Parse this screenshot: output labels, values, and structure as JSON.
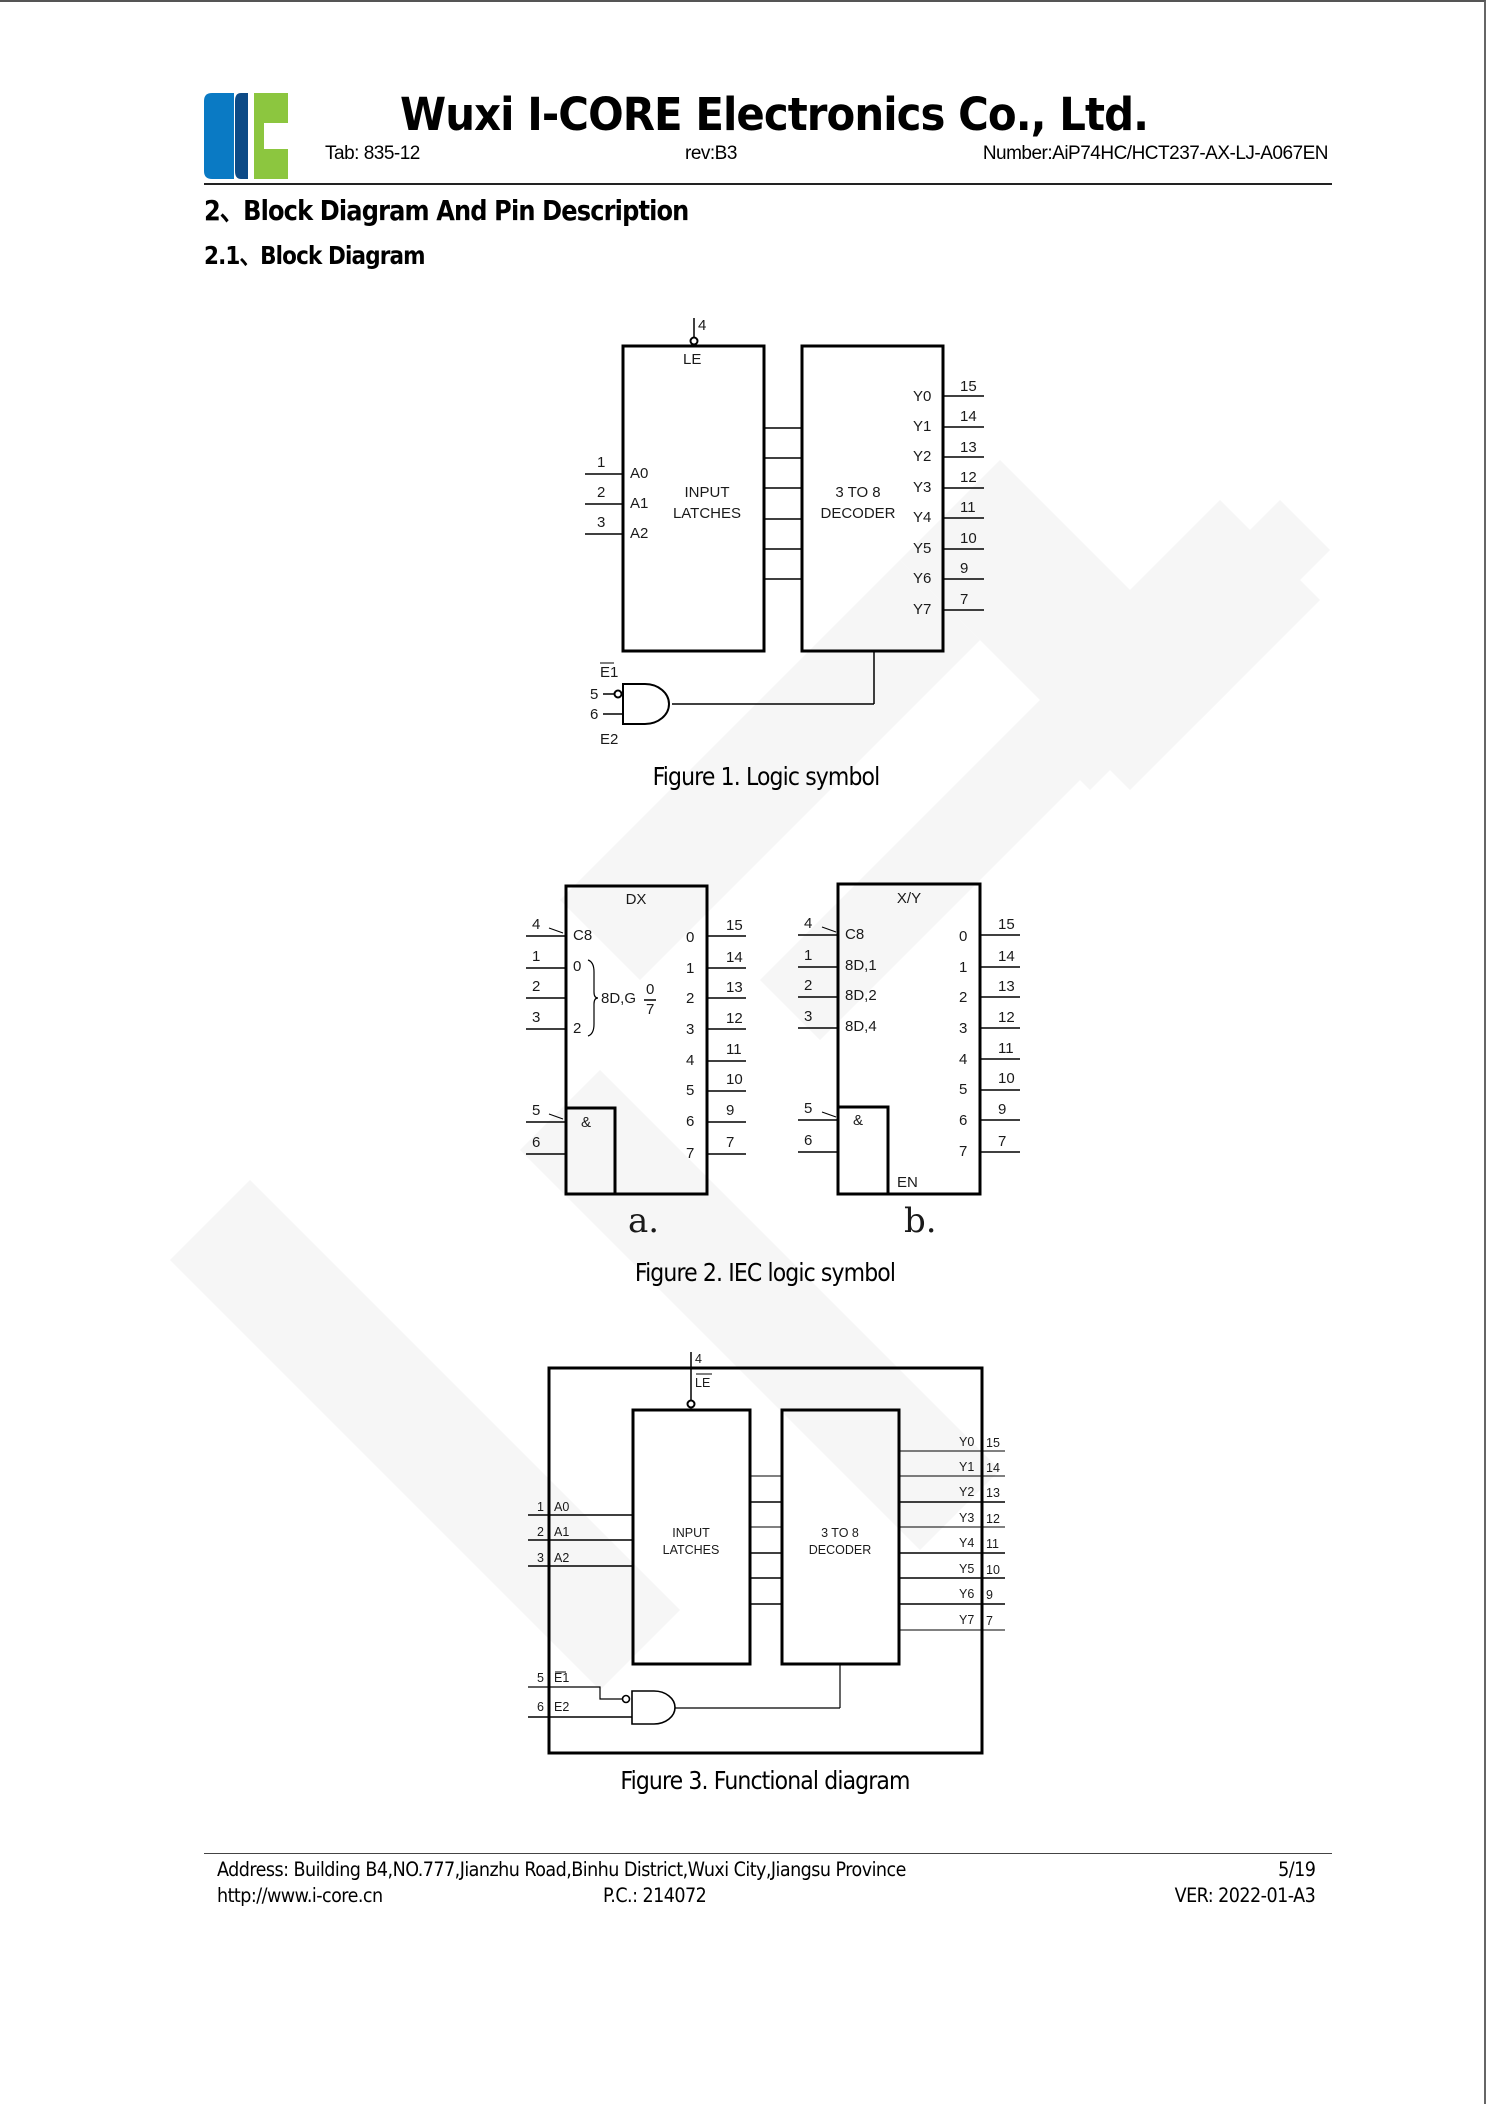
{
  "header": {
    "company": "Wuxi I-CORE Electronics Co., Ltd.",
    "tab": "Tab: 835-12",
    "rev": "rev:B3",
    "number": "Number:AiP74HC/HCT237-AX-LJ-A067EN",
    "logo_colors": {
      "blue": "#0a7ac4",
      "dark_blue": "#0d4a86",
      "green": "#8cc63f"
    }
  },
  "section": {
    "heading": "2、Block Diagram And Pin Description",
    "subheading": "2.1、Block Diagram"
  },
  "figure1": {
    "caption": "Figure 1. Logic symbol",
    "le_pin": "4",
    "le_label": "LE",
    "latch_label_1": "INPUT",
    "latch_label_2": "LATCHES",
    "decoder_label_1": "3 TO 8",
    "decoder_label_2": "DECODER",
    "inputs": [
      {
        "pin": "1",
        "label": "A0"
      },
      {
        "pin": "2",
        "label": "A1"
      },
      {
        "pin": "3",
        "label": "A2"
      }
    ],
    "outputs": [
      {
        "label": "Y0",
        "pin": "15"
      },
      {
        "label": "Y1",
        "pin": "14"
      },
      {
        "label": "Y2",
        "pin": "13"
      },
      {
        "label": "Y3",
        "pin": "12"
      },
      {
        "label": "Y4",
        "pin": "11"
      },
      {
        "label": "Y5",
        "pin": "10"
      },
      {
        "label": "Y6",
        "pin": "9"
      },
      {
        "label": "Y7",
        "pin": "7"
      }
    ],
    "gate": {
      "e1_label": "E1",
      "e2_label": "E2",
      "e1_pin": "5",
      "e2_pin": "6"
    }
  },
  "figure2": {
    "caption": "Figure 2. IEC logic symbol",
    "a": {
      "title": "DX",
      "label": "a.",
      "c8": "C8",
      "c8_pin": "4",
      "in_pins": [
        "1",
        "2",
        "3"
      ],
      "in_labels": [
        "0",
        "",
        "2"
      ],
      "group_label": "8D,G",
      "frac_top": "0",
      "frac_bottom": "7",
      "and_label": "&",
      "and_pins": [
        "5",
        "6"
      ],
      "out_labels": [
        "0",
        "1",
        "2",
        "3",
        "4",
        "5",
        "6",
        "7"
      ],
      "out_pins": [
        "15",
        "14",
        "13",
        "12",
        "11",
        "10",
        "9",
        "7"
      ]
    },
    "b": {
      "title": "X/Y",
      "label": "b.",
      "c8": "C8",
      "c8_pin": "4",
      "in_pins": [
        "1",
        "2",
        "3"
      ],
      "in_labels": [
        "8D,1",
        "8D,2",
        "8D,4"
      ],
      "and_label": "&",
      "and_pins": [
        "5",
        "6"
      ],
      "en_label": "EN",
      "out_labels": [
        "0",
        "1",
        "2",
        "3",
        "4",
        "5",
        "6",
        "7"
      ],
      "out_pins": [
        "15",
        "14",
        "13",
        "12",
        "11",
        "10",
        "9",
        "7"
      ]
    }
  },
  "figure3": {
    "caption": "Figure 3. Functional diagram",
    "le_pin": "4",
    "le_label": "LE",
    "latch_label_1": "INPUT",
    "latch_label_2": "LATCHES",
    "decoder_label_1": "3 TO 8",
    "decoder_label_2": "DECODER",
    "inputs": [
      {
        "pin": "1",
        "label": "A0"
      },
      {
        "pin": "2",
        "label": "A1"
      },
      {
        "pin": "3",
        "label": "A2"
      }
    ],
    "enables": [
      {
        "pin": "5",
        "label": "E1"
      },
      {
        "pin": "6",
        "label": "E2"
      }
    ],
    "outputs": [
      {
        "label": "Y0",
        "pin": "15"
      },
      {
        "label": "Y1",
        "pin": "14"
      },
      {
        "label": "Y2",
        "pin": "13"
      },
      {
        "label": "Y3",
        "pin": "12"
      },
      {
        "label": "Y4",
        "pin": "11"
      },
      {
        "label": "Y5",
        "pin": "10"
      },
      {
        "label": "Y6",
        "pin": "9"
      },
      {
        "label": "Y7",
        "pin": "7"
      }
    ]
  },
  "footer": {
    "address": "Address:  Building B4,NO.777,Jianzhu Road,Binhu District,Wuxi City,Jiangsu Province",
    "page": "5/19",
    "website": "http://www.i-core.cn",
    "postcode": "P.C.:  214072",
    "version": "VER:  2022-01-A3"
  }
}
